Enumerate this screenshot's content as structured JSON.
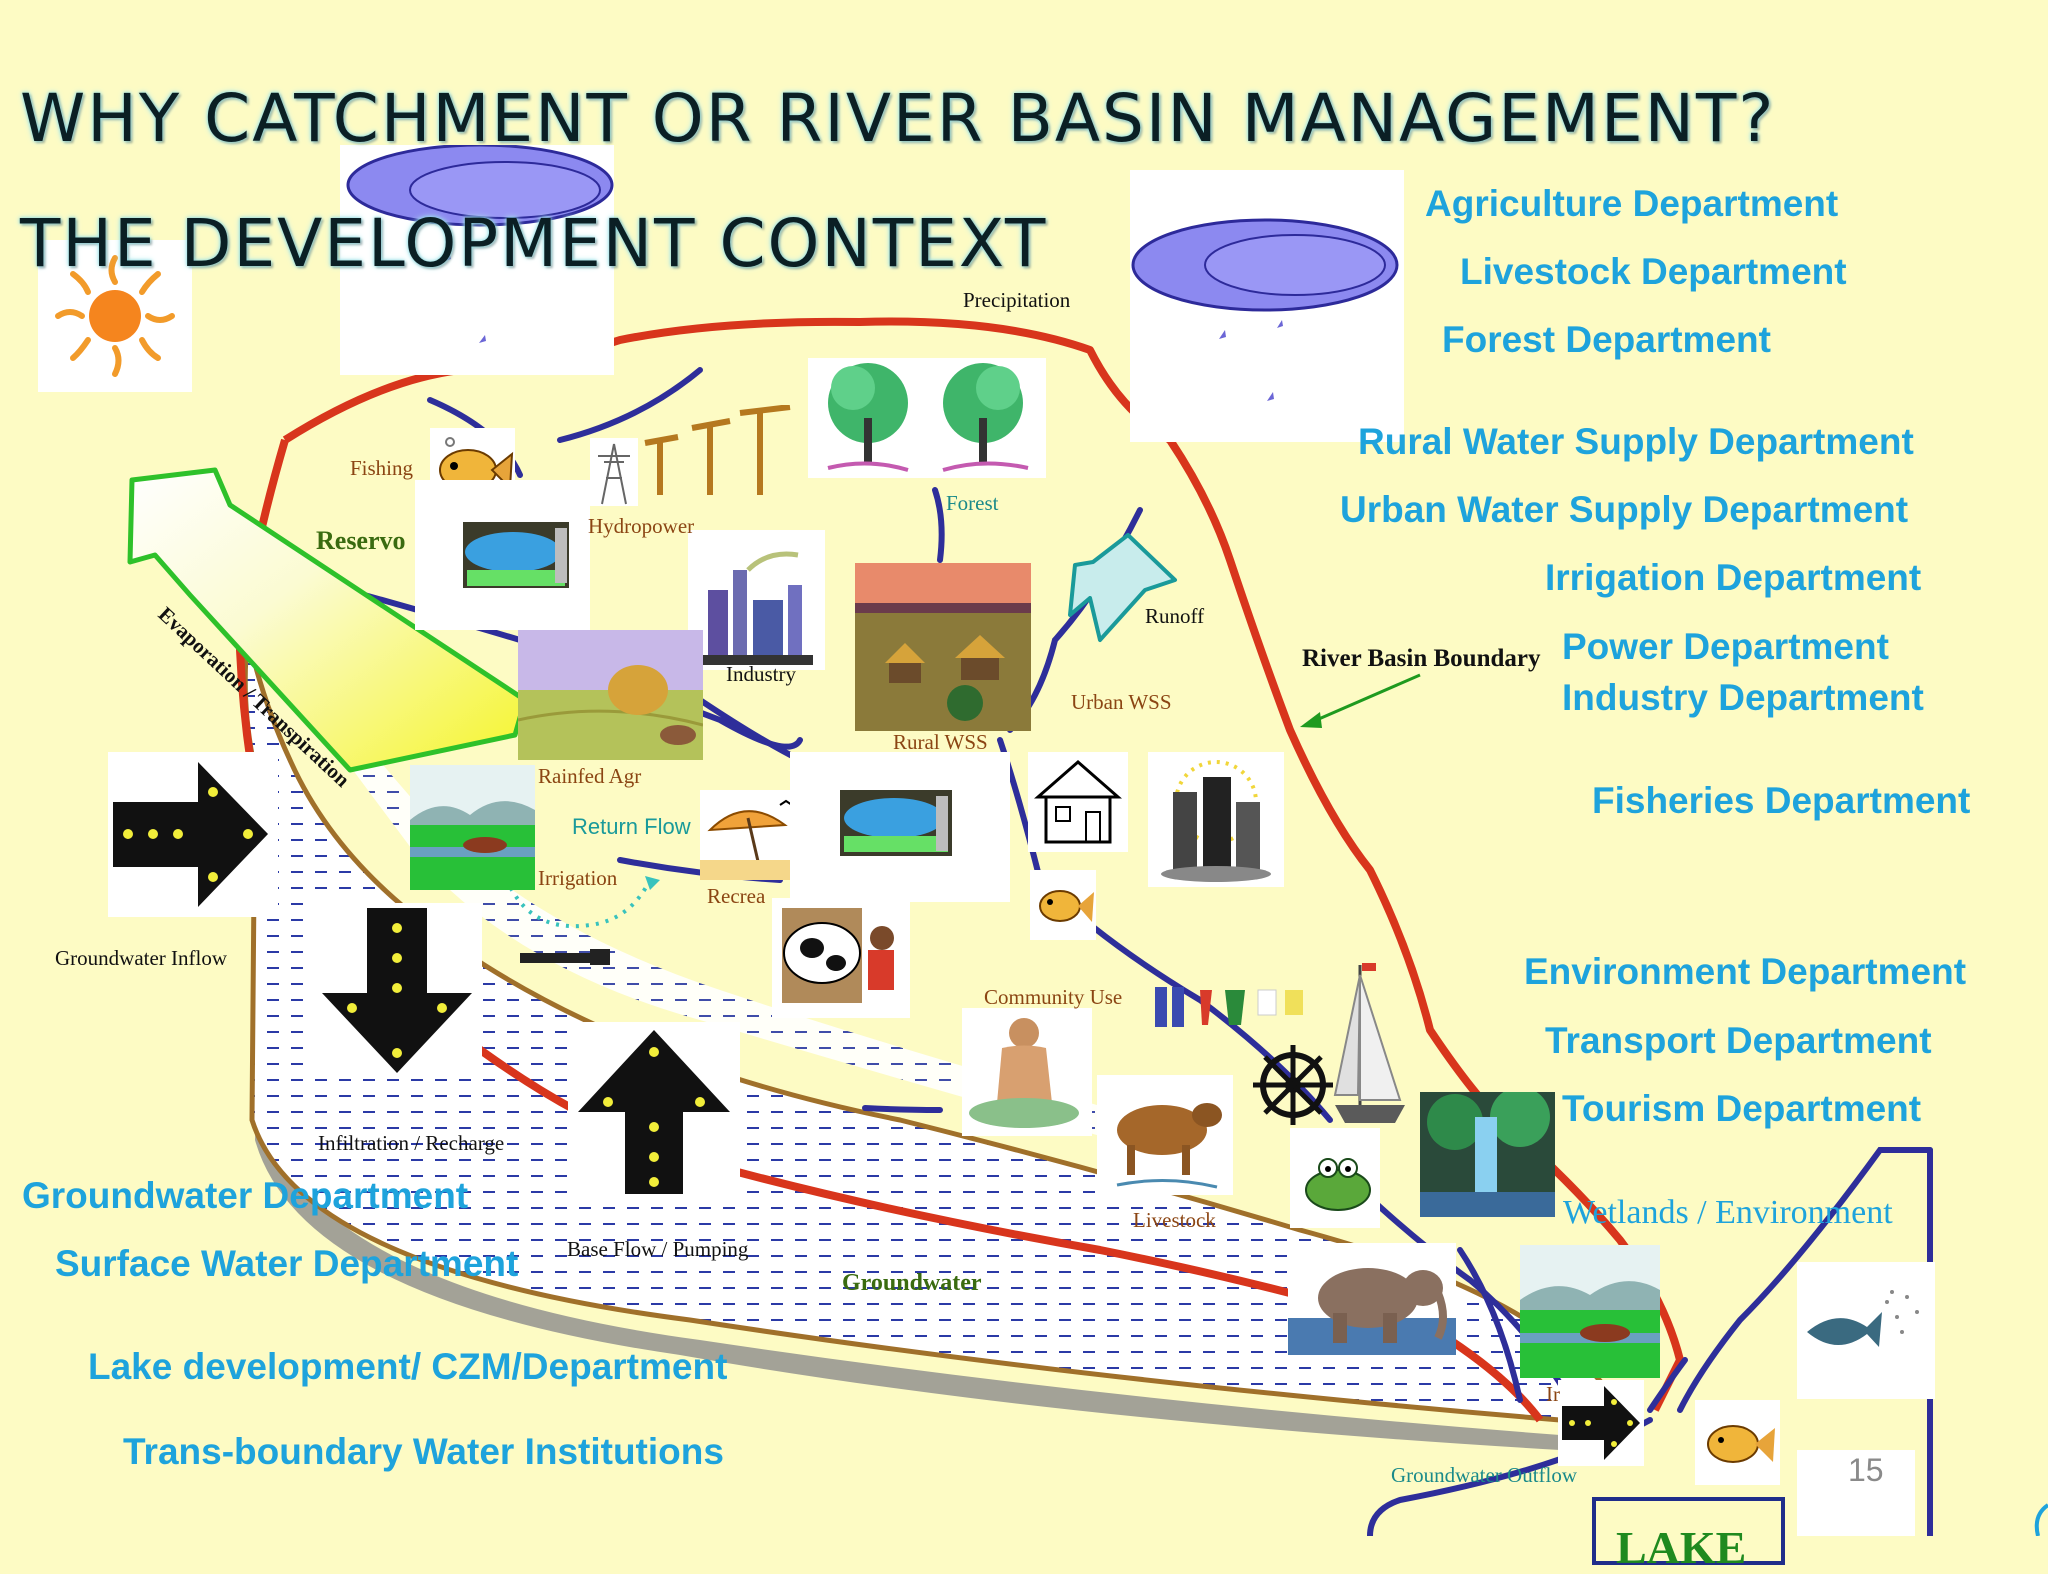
{
  "title": {
    "line1": "WHY CATCHMENT OR RIVER BASIN MANAGEMENT?",
    "line2": "THE DEVELOPMENT CONTEXT"
  },
  "diagram_labels": {
    "precipitation": "Precipitation",
    "fishing": "Fishing",
    "reservoir": "Reservo",
    "hydropower": "Hydropower",
    "forest": "Forest",
    "evaporation": "Evaporation / Transpiration",
    "industry": "Industry",
    "runoff": "Runoff",
    "river_basin_boundary": "River Basin Boundary",
    "urban_wss": "Urban WSS",
    "rural_wss": "Rural WSS",
    "rainfed_agr": "Rainfed Agr",
    "return_flow": "Return Flow",
    "irrigation": "Irrigation",
    "recreation": "Recrea",
    "groundwater_inflow": "Groundwater Inflow",
    "community_use": "Community Use",
    "infiltration": "Infiltration / Recharge",
    "base_flow": "Base Flow / Pumping",
    "groundwater": "Groundwater",
    "livestock": "Livestock",
    "wetlands": "Wetlands / Environment",
    "irrigation_small": "Ir",
    "groundwater_outflow": "Groundwater Outflow",
    "lake": "LAKE"
  },
  "departments_right": [
    "Agriculture Department",
    "Livestock Department",
    "Forest Department",
    "Rural Water Supply Department",
    "Urban Water Supply Department",
    "Irrigation Department",
    "Power Department",
    "Industry Department",
    "Fisheries Department",
    "Environment Department",
    "Transport Department",
    "Tourism Department"
  ],
  "departments_left": [
    "Groundwater Department",
    "Surface Water Department",
    "Lake development/ CZM/Department",
    "Trans-boundary Water Institutions"
  ],
  "slide_number": "15",
  "colors": {
    "background": "#fdfbc4",
    "department_text": "#1ea3dc",
    "boundary": "#d8351c",
    "river": "#2e2e9a",
    "groundwater_dash": "#2b3aa6"
  },
  "icons": [
    "sun-icon",
    "cloud-icon",
    "fish-icon",
    "reservoir-icon",
    "pylon-icon",
    "tree-icon",
    "factory-icon",
    "village-icon",
    "field-icon",
    "arrow-right-icon",
    "arrow-down-icon",
    "arrow-up-icon",
    "house-icon",
    "city-icon",
    "cow-icon",
    "umbrella-icon",
    "bathing-person-icon",
    "ox-icon",
    "ship-wheel-icon",
    "sailboat-icon",
    "frog-icon",
    "elephant-icon",
    "waterfall-icon"
  ]
}
